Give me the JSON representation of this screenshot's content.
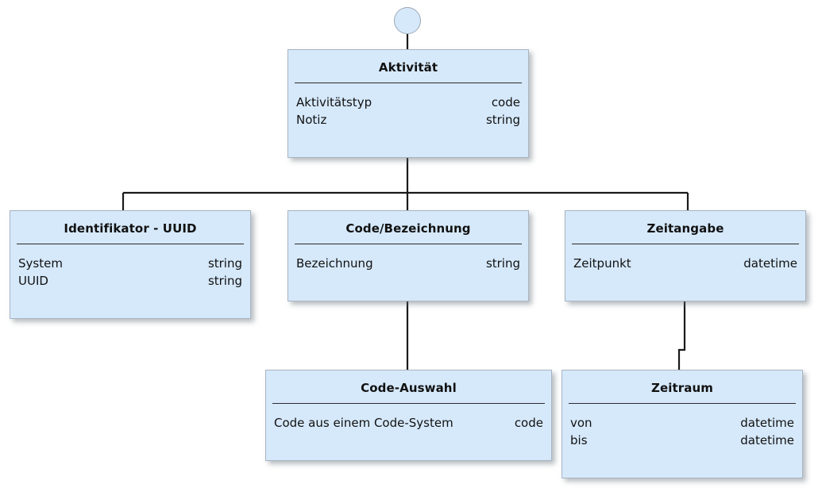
{
  "diagram": {
    "type": "uml-class-diagram",
    "language": "de",
    "background_color": "#ffffff",
    "box_fill_color": "#d6e9fb",
    "box_border_color": "#a8b4c0",
    "divider_color": "#2b2b2b",
    "line_color": "#1a1a1a",
    "start_node": {
      "name": "start-node",
      "shape": "circle"
    },
    "nodes": [
      {
        "id": "aktivitaet",
        "title": "Aktivität",
        "attributes": [
          {
            "name": "Aktivitätstyp",
            "type": "code"
          },
          {
            "name": "Notiz",
            "type": "string"
          }
        ]
      },
      {
        "id": "identifikator",
        "title": "Identifikator - UUID",
        "attributes": [
          {
            "name": "System",
            "type": "string"
          },
          {
            "name": "UUID",
            "type": "string"
          }
        ]
      },
      {
        "id": "code-bezeichnung",
        "title": "Code/Bezeichnung",
        "attributes": [
          {
            "name": "Bezeichnung",
            "type": "string"
          }
        ]
      },
      {
        "id": "zeitangabe",
        "title": "Zeitangabe",
        "attributes": [
          {
            "name": "Zeitpunkt",
            "type": "datetime"
          }
        ]
      },
      {
        "id": "code-auswahl",
        "title": "Code-Auswahl",
        "attributes": [
          {
            "name": "Code aus einem Code-System",
            "type": "code"
          }
        ]
      },
      {
        "id": "zeitraum",
        "title": "Zeitraum",
        "attributes": [
          {
            "name": "von",
            "type": "datetime"
          },
          {
            "name": "bis",
            "type": "datetime"
          }
        ]
      }
    ],
    "edges": [
      {
        "from": "start-node",
        "to": "aktivitaet"
      },
      {
        "from": "aktivitaet",
        "to": "identifikator"
      },
      {
        "from": "aktivitaet",
        "to": "code-bezeichnung"
      },
      {
        "from": "aktivitaet",
        "to": "zeitangabe"
      },
      {
        "from": "code-bezeichnung",
        "to": "code-auswahl"
      },
      {
        "from": "zeitangabe",
        "to": "zeitraum"
      }
    ]
  }
}
